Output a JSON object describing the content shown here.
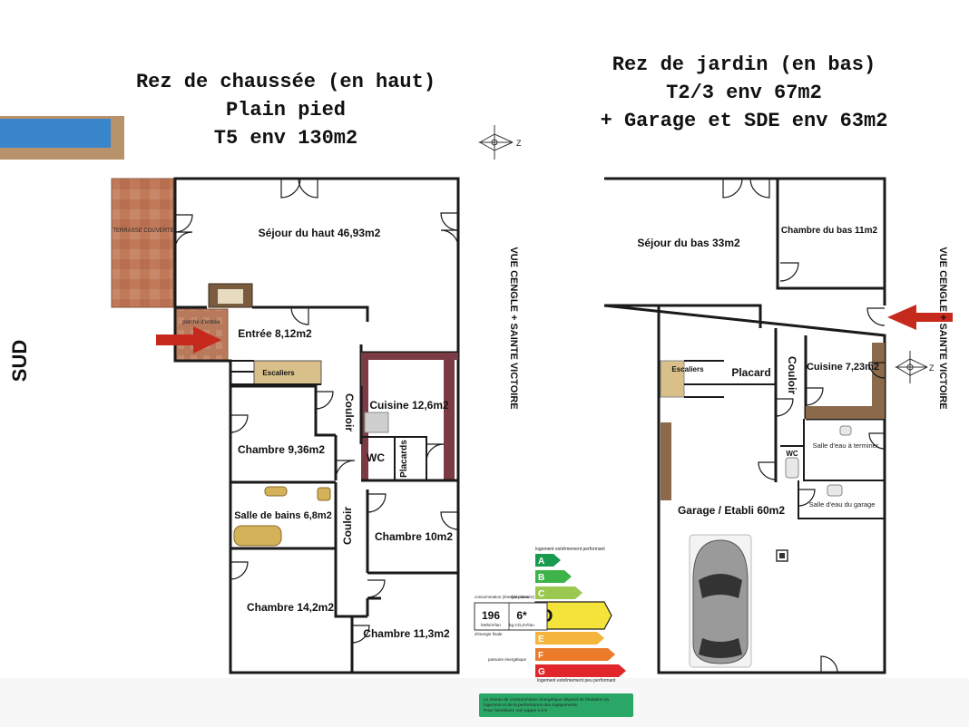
{
  "left_title": {
    "line1": "Rez de chaussée (en haut)",
    "line2": "Plain pied",
    "line3": "T5 env 130m2"
  },
  "right_title": {
    "line1": "Rez de jardin (en bas)",
    "line2": "T2/3 env 67m2",
    "line3": "+ Garage et SDE env 63m2"
  },
  "side_label": "SUD",
  "view_label": "VUE CENGLE + SAINTE VICTOIRE",
  "upper_floor": {
    "terrasse": "TERRASSE COUVERTE",
    "porche": "porche d'entrée",
    "sejour": "Séjour du haut 46,93m2",
    "entree": "Entrée 8,12m2",
    "escaliers": "Escaliers",
    "couloir1": "Couloir",
    "couloir2": "Couloir",
    "cuisine": "Cuisine 12,6m2",
    "wc": "WC",
    "placards": "Placards",
    "chambre1": "Chambre 9,36m2",
    "sdb": "Salle de bains 6,8m2",
    "chambre2": "Chambre 10m2",
    "chambre3": "Chambre 14,2m2",
    "chambre4": "Chambre 11,3m2"
  },
  "lower_floor": {
    "sejour": "Séjour du bas 33m2",
    "chambre": "Chambre du bas 11m2",
    "escaliers": "Escaliers",
    "placard": "Placard",
    "couloir": "Couloir",
    "cuisine": "Cuisine 7,23m2",
    "wc": "WC",
    "sde1": "Salle d'eau à terminer",
    "sde2": "Salle d'eau du garage",
    "garage": "Garage / Etabli 60m2"
  },
  "compass": {
    "letter": "Z"
  },
  "energy": {
    "top_note": "logement extrêmement performant",
    "bottom_note": "logement extrêmement peu performant",
    "conso_label": "consommation (énergie primaire)",
    "emission_label": "émissions",
    "conso_value": "196",
    "conso_unit": "kWh/m²/an",
    "emission_value": "6*",
    "emission_unit": "kg CO₂/m²/an",
    "side_note1": "passoire énergétique",
    "side_note2": "d'énergie finale",
    "current_class": "D",
    "classes": [
      {
        "letter": "A",
        "color": "#1a9a4e"
      },
      {
        "letter": "B",
        "color": "#3db34a"
      },
      {
        "letter": "C",
        "color": "#9bc851"
      },
      {
        "letter": "D",
        "color": "#f4e33a"
      },
      {
        "letter": "E",
        "color": "#f5b43b"
      },
      {
        "letter": "F",
        "color": "#ec7a2b"
      },
      {
        "letter": "G",
        "color": "#e0262b"
      }
    ],
    "footer_line1": "Le niveau de consommation énergétique dépend de l'isolation du",
    "footer_line2": "logement et de la performance des équipements.",
    "footer_line3": "Pour l'améliorer, voir pages 4 à 6"
  },
  "colors": {
    "wall": "#1a1a1a",
    "arrow": "#c62a1c",
    "terrace": "#c07a5a",
    "stairs": "#d9c08a",
    "kitchen_counter": "#7b3b44",
    "wood": "#8a6a4a",
    "car": "#9a9a9a",
    "pool": "#3a86cc",
    "energy_footer": "#2aa766"
  }
}
